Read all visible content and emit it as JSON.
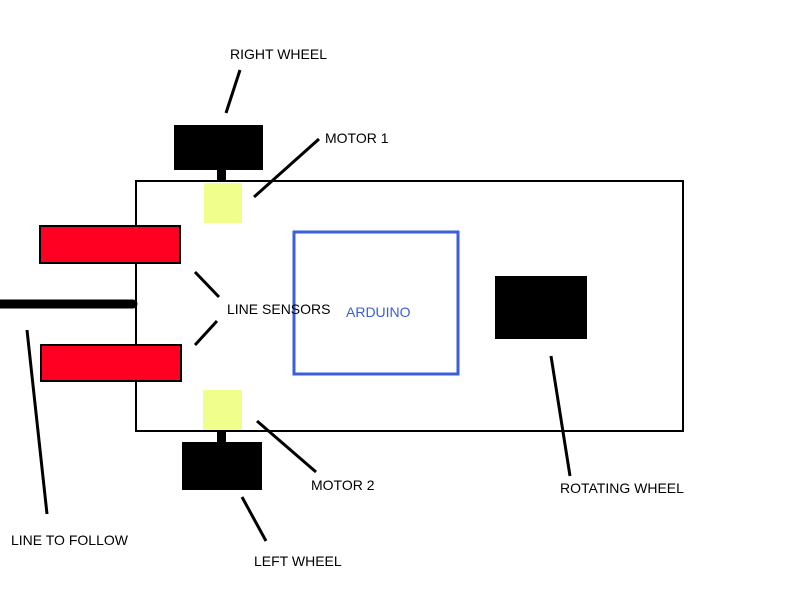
{
  "labels": {
    "right_wheel": "RIGHT WHEEL",
    "motor_1": "MOTOR 1",
    "line_sensors": "LINE SENSORS",
    "arduino": "ARDUINO",
    "motor_2": "MOTOR 2",
    "rotating_wheel": "ROTATING WHEEL",
    "line_to_follow": "LINE TO FOLLOW",
    "left_wheel": "LEFT WHEEL"
  },
  "colors": {
    "wheel": "#000000",
    "motor": "#f0ff8c",
    "sensor": "#ff0022",
    "arduino_border": "#3a5fd9",
    "arduino_text": "#3a5fd9",
    "chassis_border": "#000000",
    "line": "#000000"
  }
}
